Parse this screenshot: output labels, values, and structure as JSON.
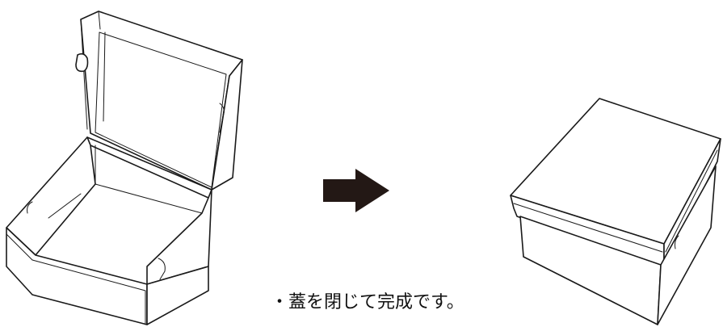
{
  "caption": "・蓋を閉じて完成です。",
  "colors": {
    "line": "#1a1a1a",
    "arrow": "#231815",
    "background": "#ffffff"
  },
  "icons": [
    "open-box-illustration",
    "right-arrow-icon",
    "closed-box-illustration"
  ]
}
